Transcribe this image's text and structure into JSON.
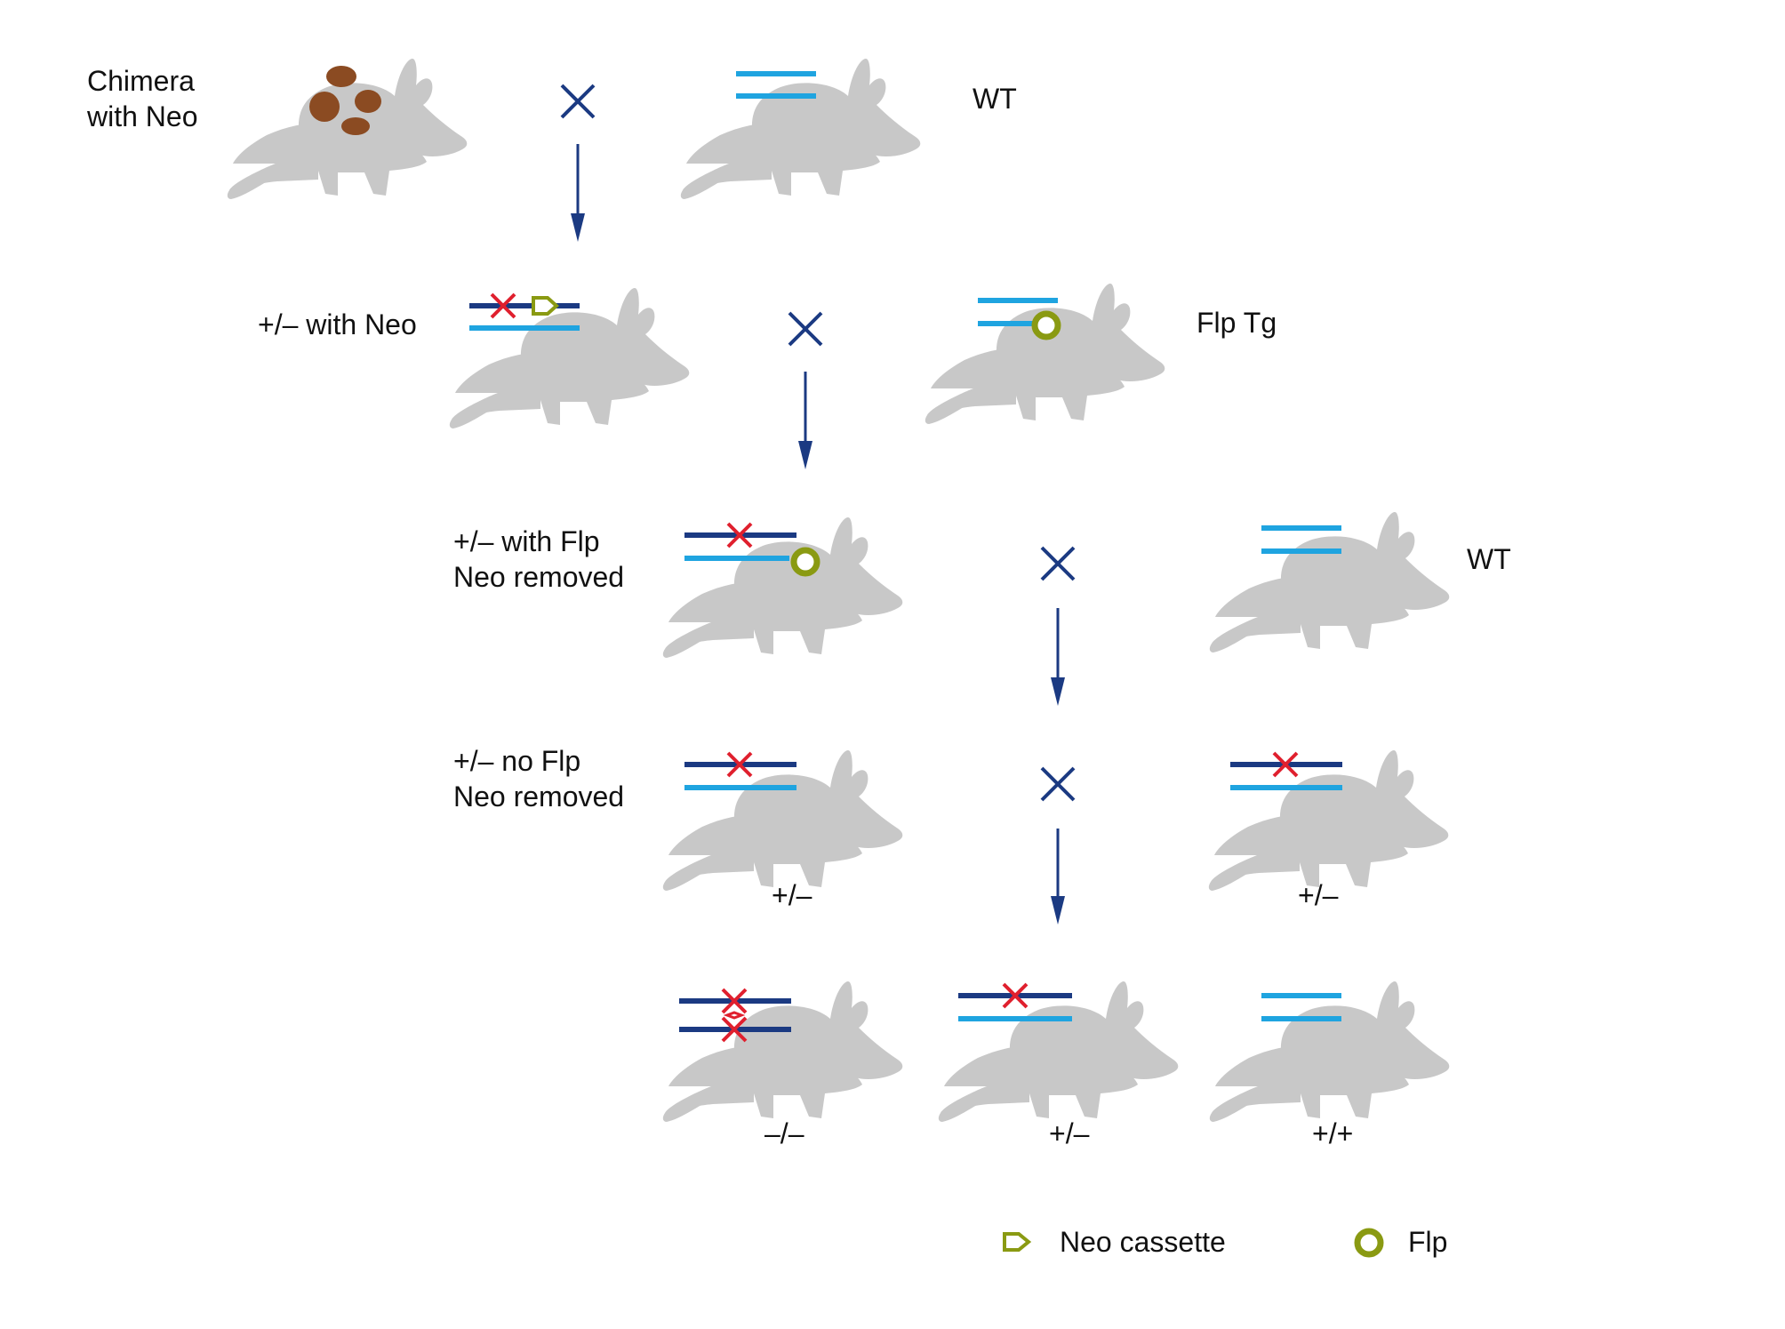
{
  "labels": {
    "chimera_line1": "Chimera",
    "chimera_line2": "with Neo",
    "wt_top": "WT",
    "het_neo": "+/– with Neo",
    "flp_tg": "Flp Tg",
    "het_flp_line1": "+/– with Flp",
    "het_flp_line2": "Neo removed",
    "wt_mid": "WT",
    "het_noflp_line1": "+/– no Flp",
    "het_noflp_line2": "Neo removed",
    "geno_het_left": "+/–",
    "geno_het_right": "+/–",
    "geno_ko": "–/–",
    "geno_het_bottom": "+/–",
    "geno_wt_bottom": "+/+"
  },
  "legend": {
    "neo_label": "Neo cassette",
    "flp_label": "Flp"
  },
  "colors": {
    "mouse": "#c8c8c8",
    "mutant_allele": "#1b3a82",
    "wt_allele": "#1fa4e0",
    "arrow": "#1b3a82",
    "cross": "#1b3a82",
    "knockout_mark": "#e0202e",
    "neo_flp": "#8a9a12",
    "chimera_spot": "#8b4b22"
  }
}
